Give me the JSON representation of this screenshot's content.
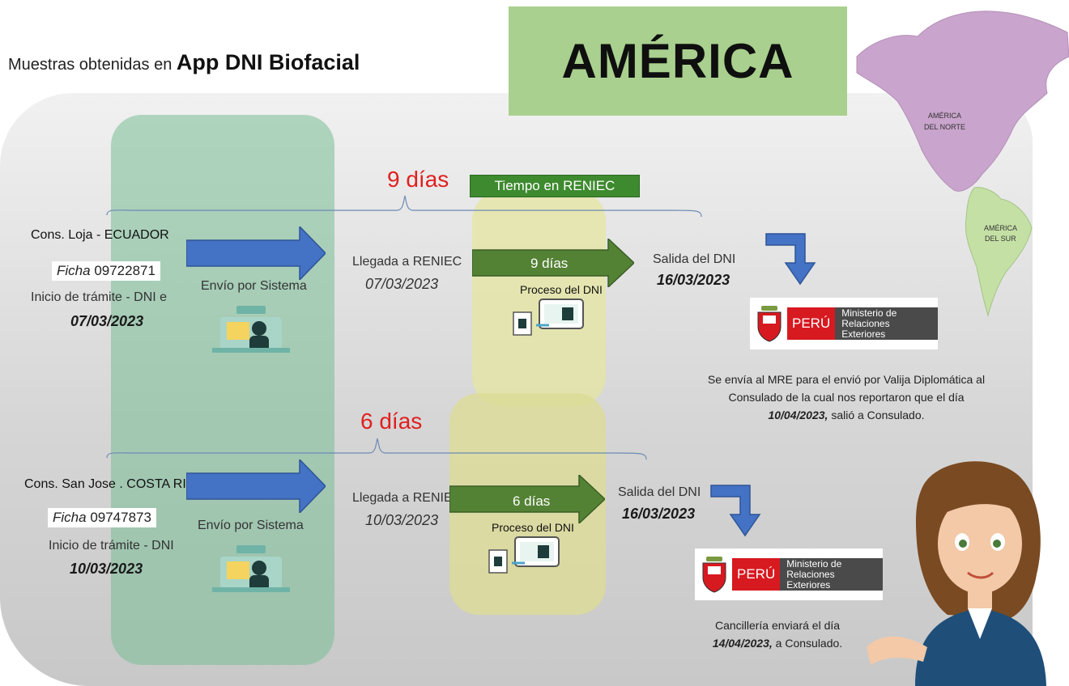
{
  "header": {
    "prefix": "Muestras obtenidas en",
    "app_name": "App DNI Biofacial",
    "title": "AMÉRICA"
  },
  "map": {
    "north_label_1": "AMÉRICA",
    "north_label_2": "DEL NORTE",
    "south_label_1": "AMÉRICA",
    "south_label_2": "DEL SUR"
  },
  "reniec_tag": "Tiempo en RENIEC",
  "rows": [
    {
      "total_days": "9 días",
      "consulate": "Cons. Loja - ECUADOR",
      "ficha_label": "Ficha",
      "ficha_number": "09722871",
      "start_label": "Inicio de trámite - DNI e",
      "start_date": "07/03/2023",
      "send_label": "Envío por Sistema",
      "arrival_label": "Llegada a RENIEC",
      "arrival_date": "07/03/2023",
      "process_days": "9 días",
      "process_label": "Proceso del DNI",
      "exit_label": "Salida del DNI",
      "exit_date": "16/03/2023",
      "note_1": "Se envía al MRE para el envió por Valija Diplomática al",
      "note_2": "Consulado de la cual nos  reportaron que el día",
      "note_date": "10/04/2023,",
      "note_3": "salió a Consulado."
    },
    {
      "total_days": "6 días",
      "consulate": "Cons. San Jose . COSTA RICA",
      "ficha_label": "Ficha",
      "ficha_number": "09747873",
      "start_label": "Inicio de trámite - DNI",
      "start_date": "10/03/2023",
      "send_label": "Envío por Sistema",
      "arrival_label": "Llegada a RENIEC",
      "arrival_date": "10/03/2023",
      "process_days": "6 días",
      "process_label": "Proceso del DNI",
      "exit_label": "Salida del DNI",
      "exit_date": "16/03/2023",
      "note_1": "Cancillería enviará el día",
      "note_date": "14/04/2023,",
      "note_3": "a Consulado."
    }
  ],
  "mre": {
    "country": "PERÚ",
    "line_1": "Ministerio de",
    "line_2": "Relaciones Exteriores"
  },
  "colors": {
    "arrow_blue": "#4472c4",
    "arrow_green": "#548235",
    "days_red": "#e02020",
    "title_green": "#a9d08e",
    "map_purple": "#c9a4cc",
    "map_green": "#c5e0a5"
  }
}
